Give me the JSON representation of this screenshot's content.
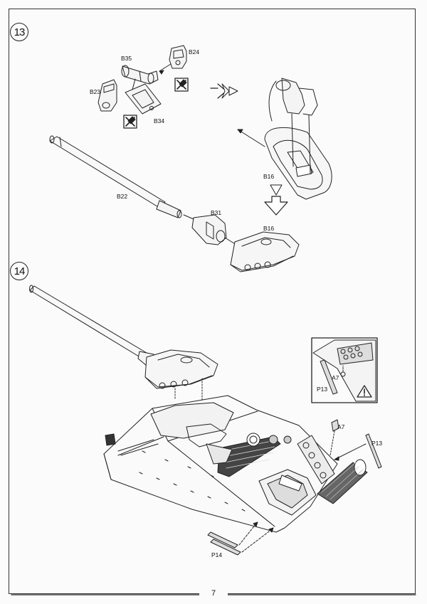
{
  "page_number": "7",
  "steps": [
    {
      "number": "13",
      "labels": {
        "b35": "B35",
        "b24": "B24",
        "b23": "B23",
        "b34": "B34",
        "b16_upper": "B16",
        "b22": "B22",
        "b31": "B31",
        "b16_lower": "B16"
      }
    },
    {
      "number": "14",
      "labels": {
        "a7_inset": "A7",
        "p13_inset": "P13",
        "a7": "A7",
        "p13": "P13",
        "p14": "P14"
      }
    }
  ],
  "icons": [
    "remove-part-icon",
    "warning-icon",
    "arrow-right-icon",
    "arrow-down-icon"
  ]
}
